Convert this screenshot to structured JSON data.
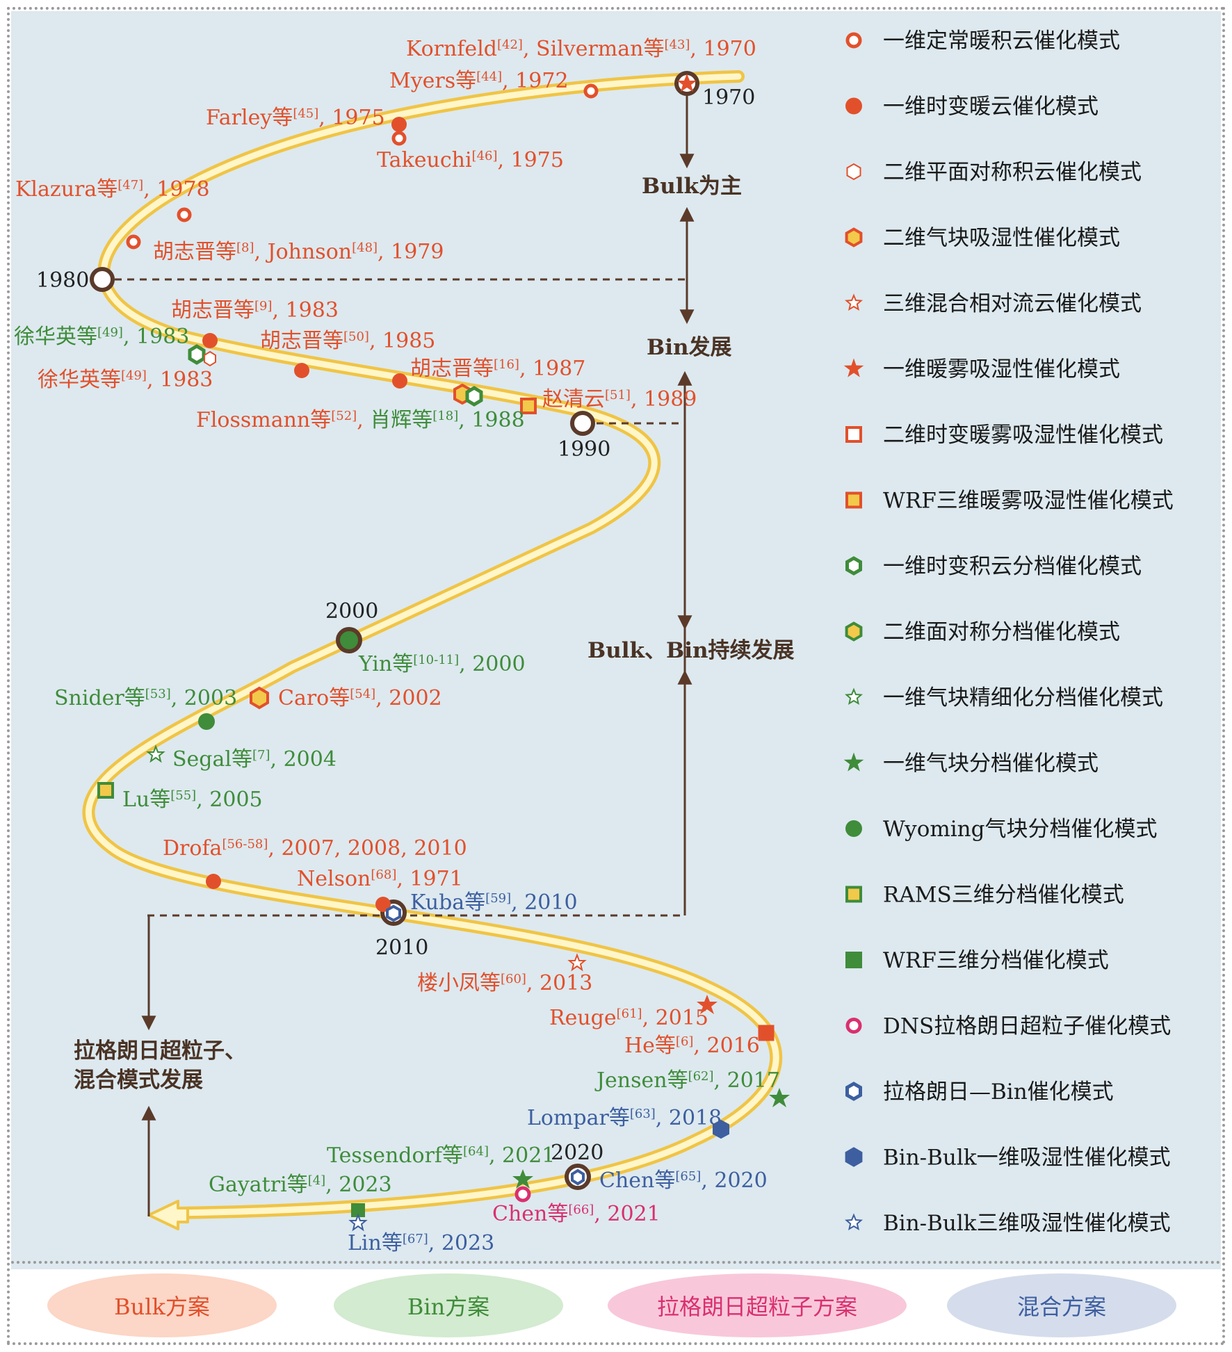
{
  "colors": {
    "bulk": "#e2502b",
    "bin": "#3f8c3a",
    "lagrangian": "#d9306f",
    "hybrid": "#3d5fa0",
    "curve_fill": "#fff4c2",
    "curve_edge": "#f2c94a",
    "arrow": "#5b3a2a"
  },
  "years": {
    "y1970": "1970",
    "y1980": "1980",
    "y1990": "1990",
    "y2000": "2000",
    "y2010": "2010",
    "y2020": "2020"
  },
  "stages": {
    "bulk_main": "Bulk为主",
    "bin_dev": "Bin发展",
    "both_dev": "Bulk、Bin持续发展",
    "lagrange_line1": "拉格朗日超粒子、",
    "lagrange_line2": "混合模式发展"
  },
  "labels": [
    {
      "id": "l1",
      "pre": "Kornfeld",
      "ref1": "[42]",
      "mid": ", Silverman等",
      "ref2": "[43]",
      "post": ", 1970",
      "scheme": "bulk"
    },
    {
      "id": "l2",
      "pre": "Myers等",
      "ref1": "[44]",
      "post": ", 1972",
      "scheme": "bulk"
    },
    {
      "id": "l3",
      "pre": "Farley等",
      "ref1": "[45]",
      "post": ", 1975",
      "scheme": "bulk"
    },
    {
      "id": "l4",
      "pre": "Takeuchi",
      "ref1": "[46]",
      "post": ", 1975",
      "scheme": "bulk"
    },
    {
      "id": "l5",
      "pre": "Klazura等",
      "ref1": "[47]",
      "post": ", 1978",
      "scheme": "bulk"
    },
    {
      "id": "l6",
      "pre": "胡志晋等",
      "ref1": "[8]",
      "mid": ", Johnson",
      "ref2": "[48]",
      "post": ", 1979",
      "scheme": "bulk"
    },
    {
      "id": "l7",
      "pre": "胡志晋等",
      "ref1": "[9]",
      "post": ", 1983",
      "scheme": "bulk"
    },
    {
      "id": "l8",
      "pre": "徐华英等",
      "ref1": "[49]",
      "post": ", 1983",
      "scheme": "bin"
    },
    {
      "id": "l9",
      "pre": "胡志晋等",
      "ref1": "[50]",
      "post": ", 1985",
      "scheme": "bulk"
    },
    {
      "id": "l10",
      "pre": "徐华英等",
      "ref1": "[49]",
      "post": ", 1983",
      "scheme": "bulk"
    },
    {
      "id": "l11",
      "pre": "胡志晋等",
      "ref1": "[16]",
      "post": ", 1987",
      "scheme": "bulk"
    },
    {
      "id": "l12",
      "pre": "赵清云",
      "ref1": "[51]",
      "post": ", 1989",
      "scheme": "bulk"
    },
    {
      "id": "l13a",
      "pre": "Flossmann等",
      "ref1": "[52]",
      "post": ", ",
      "scheme": "bulk"
    },
    {
      "id": "l13b",
      "pre": "肖辉等",
      "ref1": "[18]",
      "post": ", 1988",
      "scheme": "bin"
    },
    {
      "id": "l14",
      "pre": "Yin等",
      "ref1": "[10-11]",
      "post": ", 2000",
      "scheme": "bin"
    },
    {
      "id": "l15",
      "pre": "Snider等",
      "ref1": "[53]",
      "post": ", 2003",
      "scheme": "bin"
    },
    {
      "id": "l16",
      "pre": "Caro等",
      "ref1": "[54]",
      "post": ", 2002",
      "scheme": "bulk"
    },
    {
      "id": "l17",
      "pre": "Segal等",
      "ref1": "[7]",
      "post": ", 2004",
      "scheme": "bin"
    },
    {
      "id": "l18",
      "pre": "Lu等",
      "ref1": "[55]",
      "post": ", 2005",
      "scheme": "bin"
    },
    {
      "id": "l19",
      "pre": "Drofa",
      "ref1": "[56-58]",
      "post": ", 2007, 2008, 2010",
      "scheme": "bulk"
    },
    {
      "id": "l20",
      "pre": "Nelson",
      "ref1": "[68]",
      "post": ", 1971",
      "scheme": "bulk"
    },
    {
      "id": "l21",
      "pre": "Kuba等",
      "ref1": "[59]",
      "post": ", 2010",
      "scheme": "hybrid"
    },
    {
      "id": "l22",
      "pre": "楼小凤等",
      "ref1": "[60]",
      "post": ", 2013",
      "scheme": "bulk"
    },
    {
      "id": "l23",
      "pre": "Reuge",
      "ref1": "[61]",
      "post": ", 2015",
      "scheme": "bulk"
    },
    {
      "id": "l24",
      "pre": "He等",
      "ref1": "[6]",
      "post": ", 2016",
      "scheme": "bulk"
    },
    {
      "id": "l25",
      "pre": "Jensen等",
      "ref1": "[62]",
      "post": ", 2017",
      "scheme": "bin"
    },
    {
      "id": "l26",
      "pre": "Lompar等",
      "ref1": "[63]",
      "post": ", 2018",
      "scheme": "hybrid"
    },
    {
      "id": "l27",
      "pre": "Tessendorf等",
      "ref1": "[64]",
      "post": ", 2021",
      "scheme": "bin"
    },
    {
      "id": "l28",
      "pre": "Chen等",
      "ref1": "[65]",
      "post": ", 2020",
      "scheme": "hybrid"
    },
    {
      "id": "l29",
      "pre": "Gayatri等",
      "ref1": "[4]",
      "post": ", 2023",
      "scheme": "bin"
    },
    {
      "id": "l30",
      "pre": "Chen等",
      "ref1": "[66]",
      "post": ", 2021",
      "scheme": "lagrangian"
    },
    {
      "id": "l31",
      "pre": "Lin等",
      "ref1": "[67]",
      "post": ", 2023",
      "scheme": "hybrid"
    }
  ],
  "legend": [
    {
      "icon": "ring-icon",
      "label": "一维定常暖积云催化模式"
    },
    {
      "icon": "dot-icon",
      "label": "一维时变暖云催化模式"
    },
    {
      "icon": "hexagon-outline-icon",
      "label": "二维平面对称积云催化模式"
    },
    {
      "icon": "hexagon-filled-icon",
      "label": "二维气块吸湿性催化模式"
    },
    {
      "icon": "star-outline-icon",
      "label": "三维混合相对流云催化模式"
    },
    {
      "icon": "star-filled-icon",
      "label": "一维暖雾吸湿性催化模式"
    },
    {
      "icon": "square-outline-icon",
      "label": "二维时变暖雾吸湿性催化模式"
    },
    {
      "icon": "square-filled-icon",
      "label": "WRF三维暖雾吸湿性催化模式"
    },
    {
      "icon": "hexagon-outline-icon",
      "label": "一维时变积云分档催化模式"
    },
    {
      "icon": "hexagon-filled-icon",
      "label": "二维面对称分档催化模式"
    },
    {
      "icon": "star-outline-icon",
      "label": "一维气块精细化分档催化模式"
    },
    {
      "icon": "star-filled-icon",
      "label": "一维气块分档催化模式"
    },
    {
      "icon": "dot-icon",
      "label": "Wyoming气块分档催化模式"
    },
    {
      "icon": "square-outline-icon",
      "label": "RAMS三维分档催化模式"
    },
    {
      "icon": "square-filled-icon",
      "label": "WRF三维分档催化模式"
    },
    {
      "icon": "ring-icon",
      "label": "DNS拉格朗日超粒子催化模式"
    },
    {
      "icon": "hexagon-outline-icon",
      "label": "拉格朗日—Bin催化模式"
    },
    {
      "icon": "hexagon-filled-icon",
      "label": "Bin-Bulk一维吸湿性催化模式"
    },
    {
      "icon": "star-outline-icon",
      "label": "Bin-Bulk三维吸湿性催化模式"
    }
  ],
  "schemes": [
    {
      "label": "Bulk方案",
      "color": "#e2502b"
    },
    {
      "label": "Bin方案",
      "color": "#3f8c3a"
    },
    {
      "label": "拉格朗日超粒子方案",
      "color": "#d9306f"
    },
    {
      "label": "混合方案",
      "color": "#3d5fa0"
    }
  ]
}
